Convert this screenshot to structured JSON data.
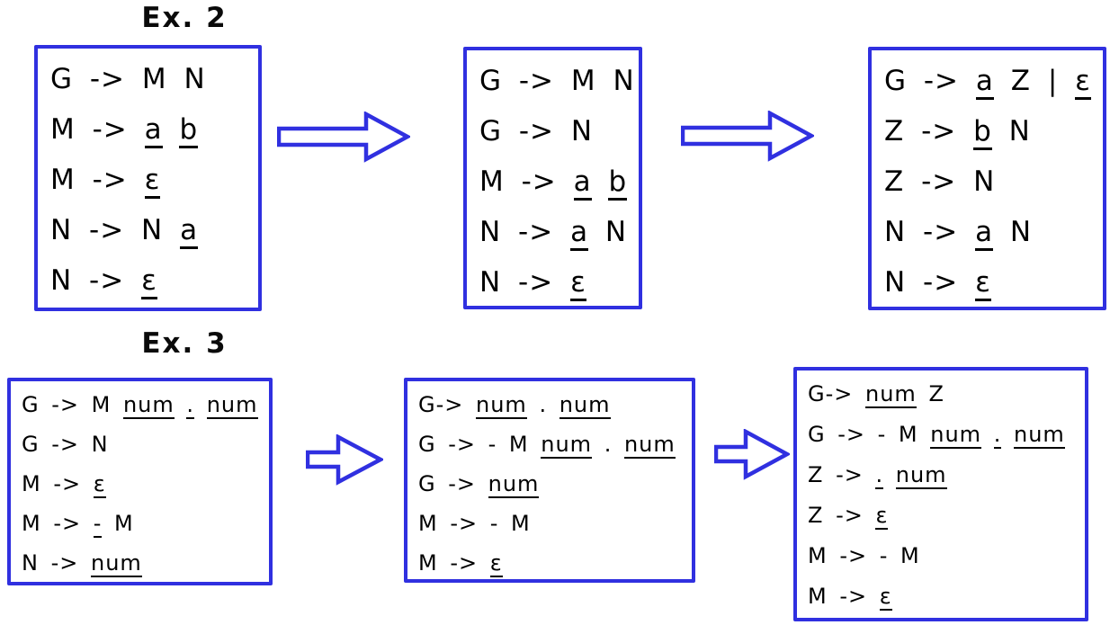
{
  "colors": {
    "accent_blue": "#3030e0",
    "text_black": "#000000",
    "background": "#ffffff"
  },
  "icons": {
    "transform_arrow": "block-arrow-right"
  },
  "examples": [
    {
      "title": "Ex. 2",
      "boxes": [
        {
          "lines": [
            [
              [
                "G -> M N",
                0
              ]
            ],
            [
              [
                "M -> ",
                0
              ],
              [
                "a",
                1
              ],
              [
                " ",
                0
              ],
              [
                "b",
                1
              ]
            ],
            [
              [
                "M -> ",
                0
              ],
              [
                "ε",
                1
              ]
            ],
            [
              [
                "N -> N ",
                0
              ],
              [
                "a",
                1
              ]
            ],
            [
              [
                "N -> ",
                0
              ],
              [
                "ε",
                1
              ]
            ]
          ]
        },
        {
          "lines": [
            [
              [
                "G -> M N",
                0
              ]
            ],
            [
              [
                "G -> N",
                0
              ]
            ],
            [
              [
                "M -> ",
                0
              ],
              [
                "a",
                1
              ],
              [
                " ",
                0
              ],
              [
                "b",
                1
              ]
            ],
            [
              [
                "N -> ",
                0
              ],
              [
                "a",
                1
              ],
              [
                " N",
                0
              ]
            ],
            [
              [
                "N -> ",
                0
              ],
              [
                "ε",
                1
              ]
            ]
          ]
        },
        {
          "lines": [
            [
              [
                "G -> ",
                0
              ],
              [
                "a",
                1
              ],
              [
                " Z | ",
                0
              ],
              [
                "ε",
                1
              ]
            ],
            [
              [
                "Z -> ",
                0
              ],
              [
                "b",
                1
              ],
              [
                " N",
                0
              ]
            ],
            [
              [
                "Z -> N",
                0
              ]
            ],
            [
              [
                "N -> ",
                0
              ],
              [
                "a",
                1
              ],
              [
                " N",
                0
              ]
            ],
            [
              [
                "N -> ",
                0
              ],
              [
                "ε",
                1
              ]
            ]
          ]
        }
      ]
    },
    {
      "title": "Ex. 3",
      "boxes": [
        {
          "lines": [
            [
              [
                "G -> M ",
                0
              ],
              [
                "num",
                1
              ],
              [
                " ",
                0
              ],
              [
                ".",
                1
              ],
              [
                " ",
                0
              ],
              [
                "num",
                1
              ]
            ],
            [
              [
                "G -> N",
                0
              ]
            ],
            [
              [
                "M -> ",
                0
              ],
              [
                "ε",
                1
              ]
            ],
            [
              [
                "M -> ",
                0
              ],
              [
                "-",
                1
              ],
              [
                " M",
                0
              ]
            ],
            [
              [
                "N -> ",
                0
              ],
              [
                "num",
                1
              ]
            ]
          ]
        },
        {
          "lines": [
            [
              [
                "G-> ",
                0
              ],
              [
                "num",
                1
              ],
              [
                " . ",
                0
              ],
              [
                "num",
                1
              ]
            ],
            [
              [
                "G -> - M ",
                0
              ],
              [
                "num",
                1
              ],
              [
                " . ",
                0
              ],
              [
                "num",
                1
              ]
            ],
            [
              [
                "G -> ",
                0
              ],
              [
                "num",
                1
              ]
            ],
            [
              [
                "M -> - M",
                0
              ]
            ],
            [
              [
                "M -> ",
                0
              ],
              [
                "ε",
                1
              ]
            ]
          ]
        },
        {
          "lines": [
            [
              [
                "G-> ",
                0
              ],
              [
                "num",
                1
              ],
              [
                " Z",
                0
              ]
            ],
            [
              [
                "G -> - M ",
                0
              ],
              [
                "num",
                1
              ],
              [
                " ",
                0
              ],
              [
                ".",
                1
              ],
              [
                " ",
                0
              ],
              [
                "num",
                1
              ]
            ],
            [
              [
                "Z -> ",
                0
              ],
              [
                ".",
                1
              ],
              [
                " ",
                0
              ],
              [
                "num",
                1
              ]
            ],
            [
              [
                "Z -> ",
                0
              ],
              [
                "ε",
                1
              ]
            ],
            [
              [
                "M -> - M",
                0
              ]
            ],
            [
              [
                "M -> ",
                0
              ],
              [
                "ε",
                1
              ]
            ]
          ]
        }
      ]
    }
  ]
}
